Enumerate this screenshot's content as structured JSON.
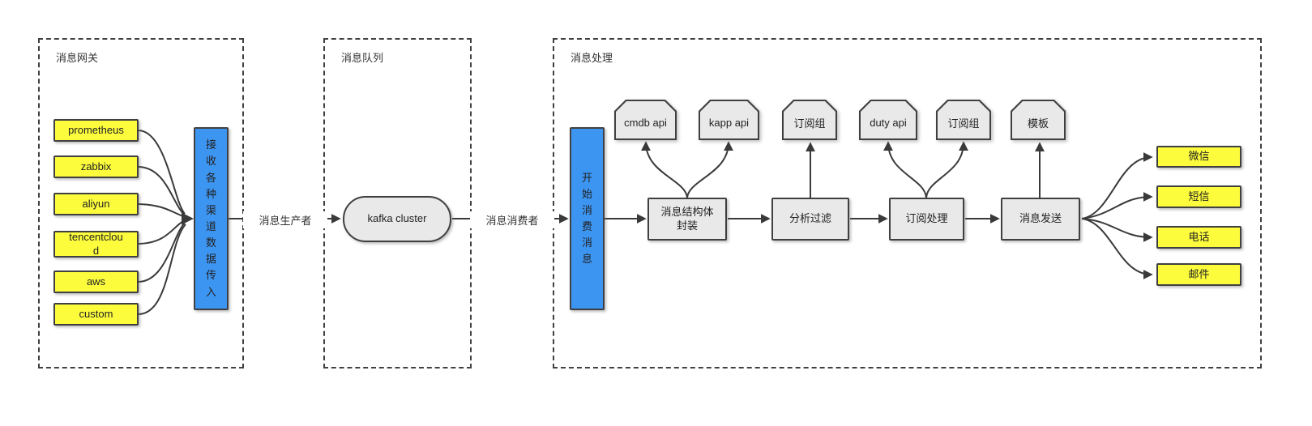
{
  "diagram": {
    "gateway": {
      "title": "消息网关",
      "sources": [
        "prometheus",
        "zabbix",
        "aliyun",
        "tencentcloud",
        "aws",
        "custom"
      ],
      "receiver": "接收各种渠道数据传入"
    },
    "queue": {
      "title": "消息队列",
      "broker": "kafka cluster"
    },
    "processing": {
      "title": "消息处理",
      "consumer": "开始消费消息",
      "resources": [
        "cmdb api",
        "kapp api",
        "订阅组",
        "duty api",
        "订阅组",
        "模板"
      ],
      "steps": [
        "消息结构体封装",
        "分析过滤",
        "订阅处理",
        "消息发送"
      ],
      "channels": [
        "微信",
        "短信",
        "电话",
        "邮件"
      ]
    },
    "edges": {
      "producer_label": "消息生产者",
      "consumer_label": "消息消费者"
    },
    "colors": {
      "accent_blue": "#3D95F2",
      "highlight_yellow": "#FCFC3D",
      "node_gray": "#E9E9E9",
      "line": "#3A3A3A"
    }
  }
}
